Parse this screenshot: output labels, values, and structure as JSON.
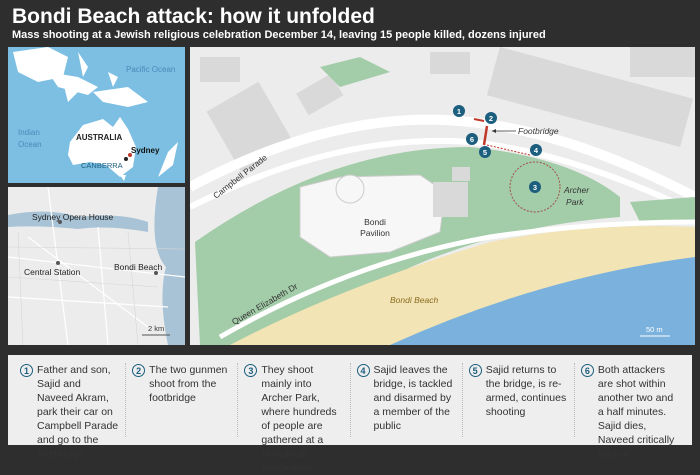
{
  "header": {
    "title": "Bondi Beach attack: how it unfolded",
    "subtitle": "Mass shooting at a Jewish religious celebration December 14, leaving 15 people killed, dozens injured"
  },
  "inset_australia": {
    "pacific": "Pacific Ocean",
    "indian1": "Indian",
    "indian2": "Ocean",
    "country": "AUSTRALIA",
    "sydney": "Sydney",
    "canberra": "CANBERRA"
  },
  "inset_sydney": {
    "opera": "Sydney Opera House",
    "central": "Central Station",
    "bondi": "Bondi Beach",
    "scale": "2 km"
  },
  "main_map": {
    "campbell": "Campbell Parade",
    "queen": "Queen Elizabeth Dr",
    "pavilion1": "Bondi",
    "pavilion2": "Pavilion",
    "beach": "Bondi Beach",
    "archer1": "Archer",
    "archer2": "Park",
    "footbridge": "Footbridge",
    "scale": "50 m",
    "markers": [
      "1",
      "2",
      "3",
      "4",
      "5",
      "6"
    ]
  },
  "colors": {
    "water": "#7cbfe3",
    "park": "#a3cca8",
    "marker": "#1b5e7e",
    "route": "#c0392b",
    "sand": "#f2e4b5"
  },
  "steps": [
    {
      "n": "1",
      "text": "Father and son, Sajid and Naveed Akram, park their car on Campbell Parade and go to the footbridge"
    },
    {
      "n": "2",
      "text": "The two gunmen shoot from the footbridge"
    },
    {
      "n": "3",
      "text": "They shoot mainly into Archer Park, where hundreds of people are gathered at a Hanukkah celebration"
    },
    {
      "n": "4",
      "text": "Sajid leaves the bridge, is tackled and disarmed by a member of the public"
    },
    {
      "n": "5",
      "text": "Sajid returns to the bridge, is re-armed, continues shooting"
    },
    {
      "n": "6",
      "text": "Both attackers are shot within another two and a half minutes. Sajid dies, Naveed critically injured"
    }
  ]
}
